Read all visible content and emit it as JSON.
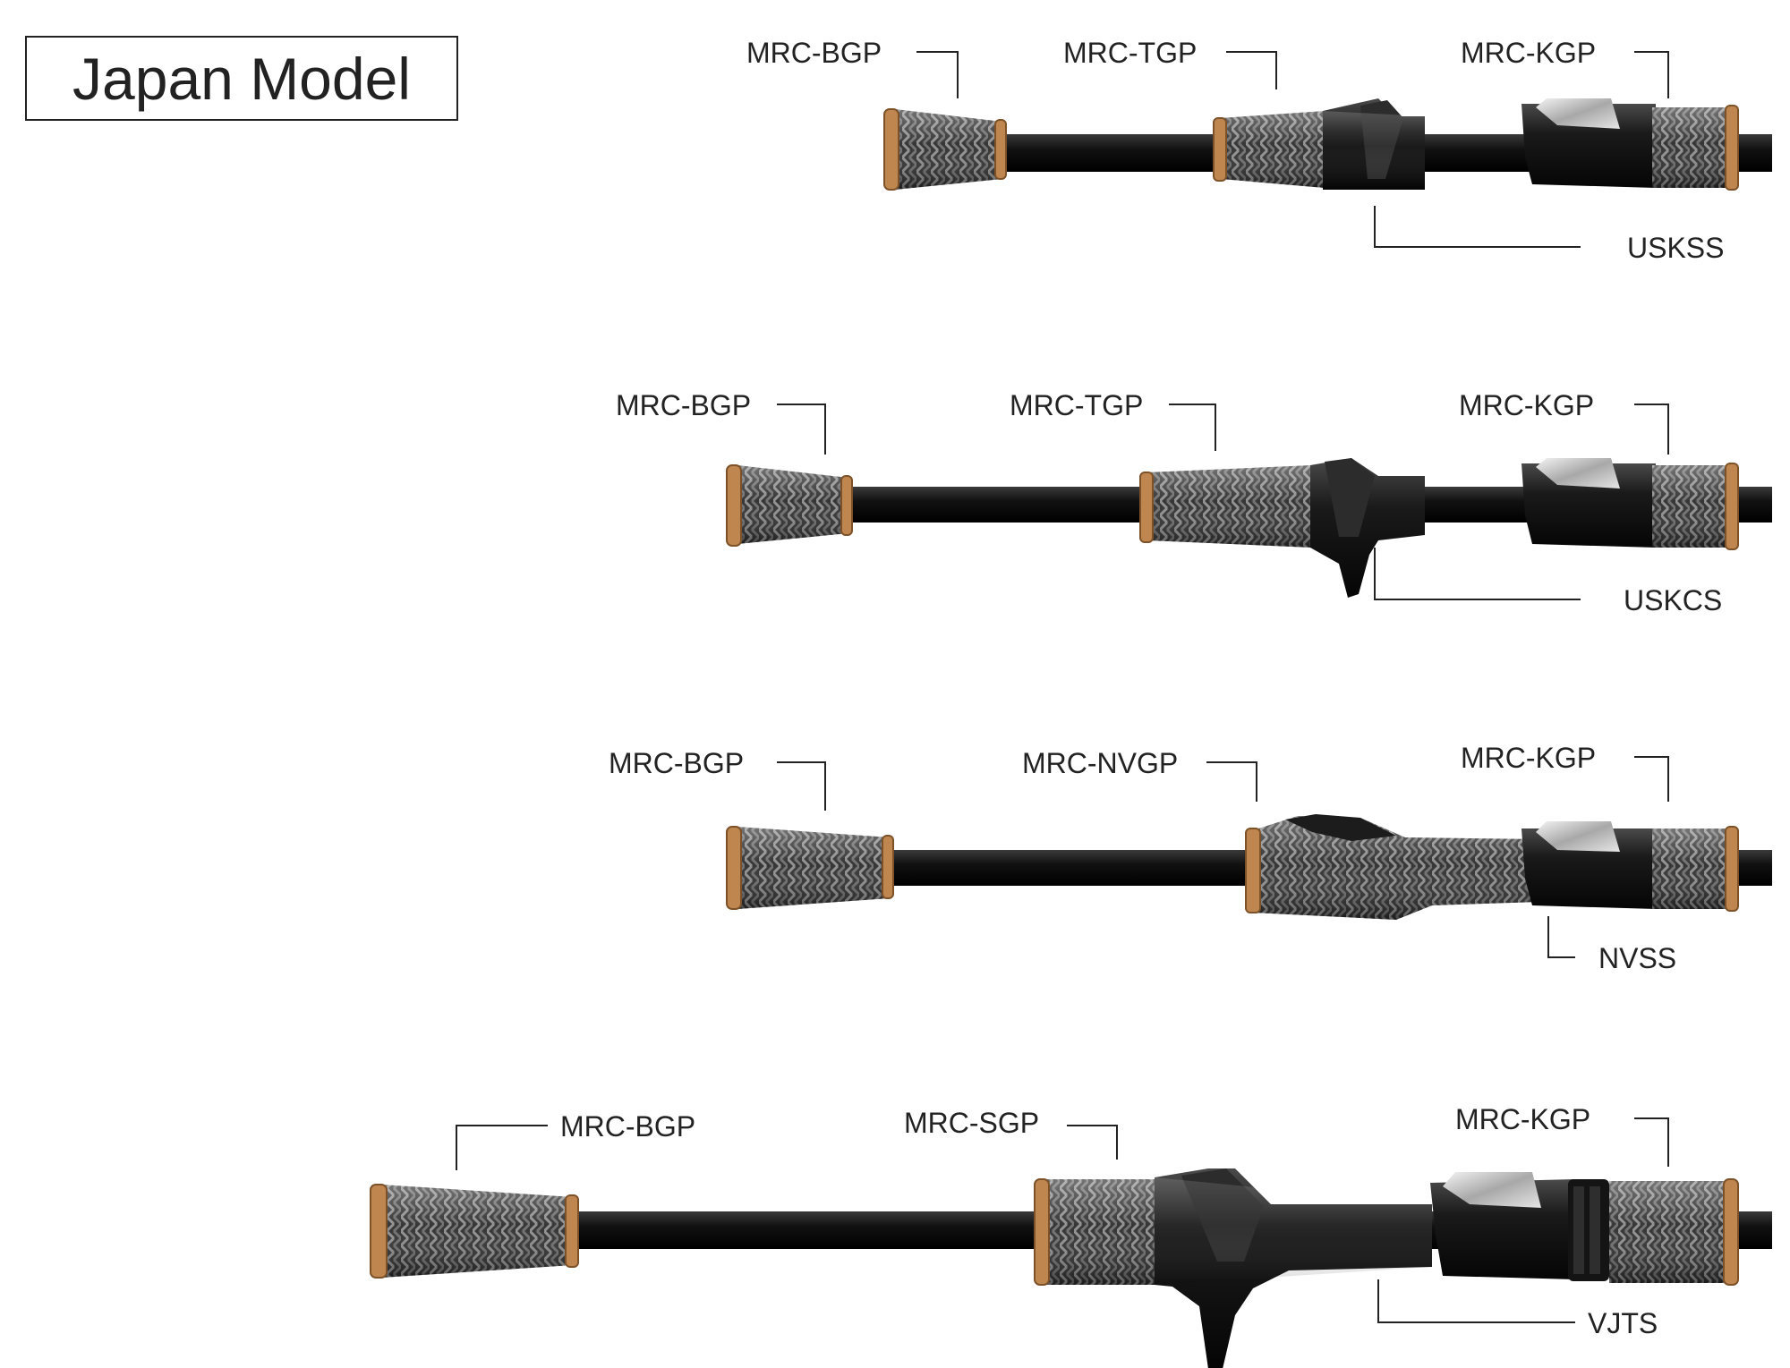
{
  "page": {
    "title": "Japan Model"
  },
  "assemblies": [
    {
      "id": "row-1",
      "type": "spinning",
      "parts": {
        "butt_grip": "MRC-BGP",
        "fore_grip": "MRC-TGP",
        "reel_seat": "USKSS",
        "end_grip": "MRC-KGP"
      }
    },
    {
      "id": "row-2",
      "type": "casting",
      "parts": {
        "butt_grip": "MRC-BGP",
        "fore_grip": "MRC-TGP",
        "reel_seat": "USKCS",
        "end_grip": "MRC-KGP"
      }
    },
    {
      "id": "row-3",
      "type": "spinning-long",
      "parts": {
        "butt_grip": "MRC-BGP",
        "fore_grip": "MRC-NVGP",
        "reel_seat": "NVSS",
        "end_grip": "MRC-KGP"
      }
    },
    {
      "id": "row-4",
      "type": "casting-trigger",
      "parts": {
        "butt_grip": "MRC-BGP",
        "fore_grip": "MRC-SGP",
        "reel_seat": "VJTS",
        "end_grip": "MRC-KGP"
      }
    }
  ],
  "colors": {
    "cork": "#c08650",
    "cork_dark": "#7e5229",
    "weave_light": "#8c8c8c",
    "weave_dark": "#2b2b2b",
    "blank": "#111111",
    "seat": "#1b1b1b",
    "chrome": "#d4d4d4",
    "line": "#222222"
  }
}
